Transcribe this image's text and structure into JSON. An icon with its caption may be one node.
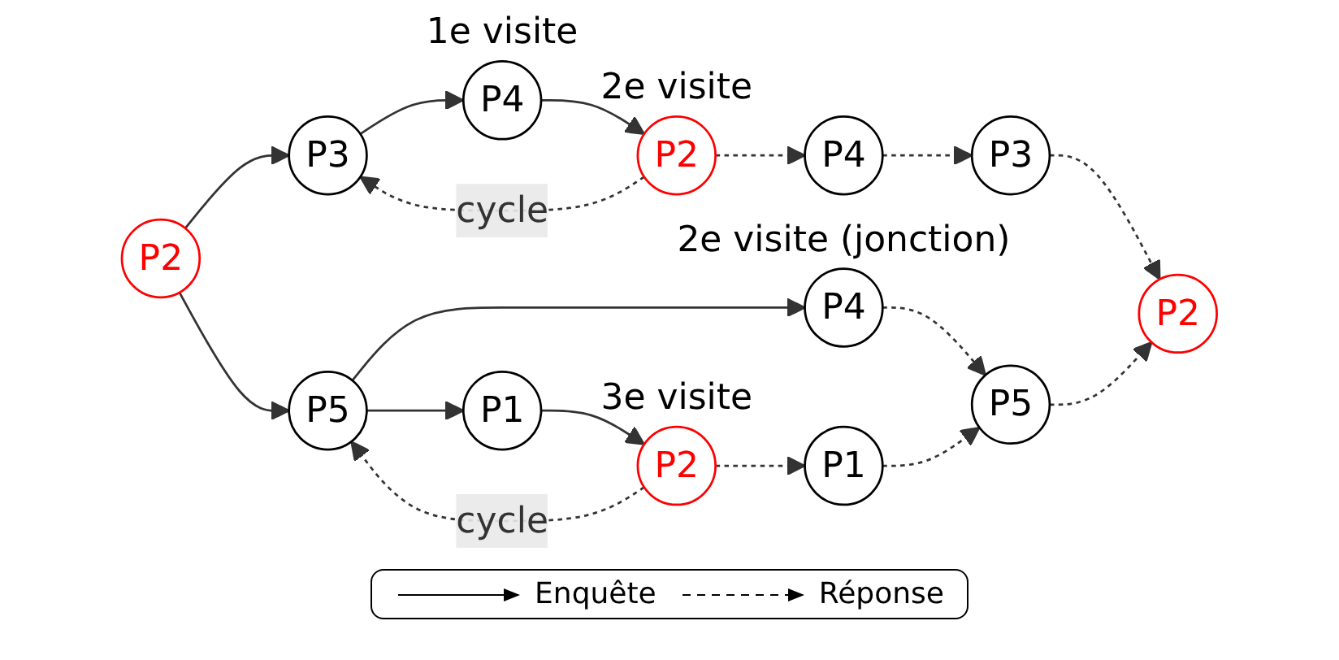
{
  "diagram": {
    "nodes": [
      {
        "text": [
          "P2"
        ]
      },
      {
        "text": [
          "P3"
        ]
      },
      {
        "text": [
          "P5"
        ]
      },
      {
        "text": [
          "P4"
        ],
        "beside": [
          "1e visite"
        ]
      },
      {
        "text": [
          "P1"
        ]
      },
      {
        "text": [
          "P4"
        ],
        "beside": [
          "2e visite (jonction)"
        ]
      },
      {
        "text": [
          "P2"
        ],
        "beside": [
          "2e visite"
        ]
      },
      {
        "text": [
          "P2"
        ],
        "beside": [
          "3e visite"
        ]
      },
      {
        "text": [
          "P4"
        ]
      },
      {
        "text": [
          "P1"
        ]
      },
      {
        "text": [
          "P3"
        ]
      },
      {
        "text": [
          "P5"
        ]
      },
      {
        "text": [
          "P2"
        ]
      }
    ],
    "edges": [
      {
        "from": 0,
        "to": 1,
        "arrow": "to"
      },
      {
        "from": 0,
        "to": 2,
        "arrow": "to"
      },
      {
        "from": 1,
        "to": 3,
        "arrow": "to"
      },
      {
        "from": 3,
        "to": 6,
        "arrow": "to"
      },
      {
        "from": 2,
        "to": 5,
        "arrow": "to"
      },
      {
        "from": 2,
        "to": 4,
        "arrow": "to"
      },
      {
        "from": 4,
        "to": 7,
        "arrow": "to"
      },
      {
        "from": 6,
        "to": 8,
        "arrow": "to",
        "style": "dashed"
      },
      {
        "from": 8,
        "to": 10,
        "arrow": "to",
        "style": "dashed"
      },
      {
        "from": 10,
        "to": 12,
        "arrow": "to",
        "style": "dashed"
      },
      {
        "from": 5,
        "to": 11,
        "arrow": "to",
        "style": "dashed"
      },
      {
        "from": 7,
        "to": 9,
        "arrow": "to",
        "style": "dashed"
      },
      {
        "from": 9,
        "to": 11,
        "arrow": "to",
        "style": "dashed"
      },
      {
        "from": 11,
        "to": 12,
        "arrow": "to",
        "style": "dashed"
      },
      {
        "from": 6,
        "to": 1,
        "arrow": "to",
        "style": "dashed",
        "label": "cycle"
      },
      {
        "from": 7,
        "to": 2,
        "arrow": "to",
        "style": "dashed",
        "label": "cycle"
      }
    ],
    "legend": [
      {
        "text": "Enquête"
      },
      {
        "text": "Réponse"
      }
    ]
  }
}
